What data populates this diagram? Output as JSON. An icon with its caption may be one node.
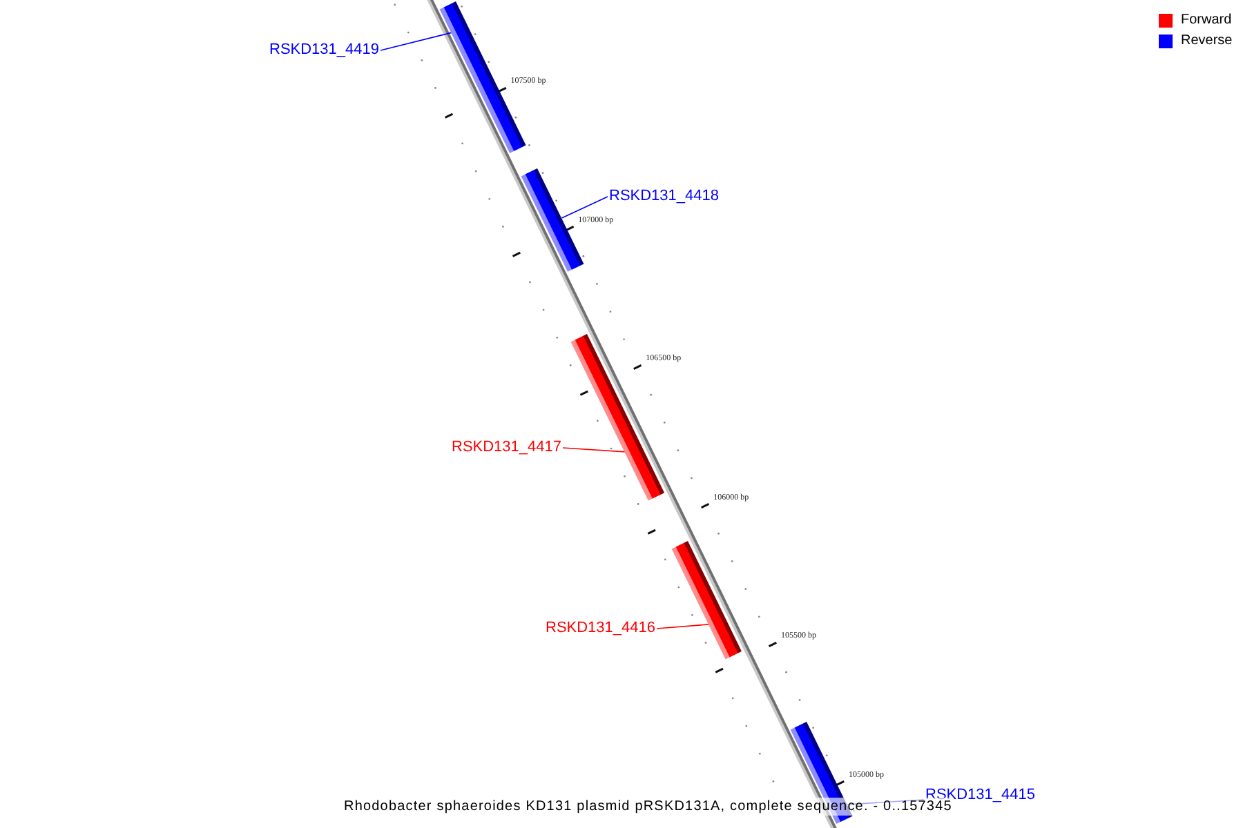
{
  "diagram": {
    "caption": "Rhodobacter sphaeroides KD131 plasmid pRSKD131A, complete sequence. - 0..157345",
    "nodes": [
      {
        "text": [
          "RSKD131_4419"
        ]
      },
      {
        "text": [],
        "shape": "bar"
      },
      {
        "text": [],
        "shape": "bar"
      },
      {
        "text": [
          "RSKD131_4418"
        ]
      },
      {
        "text": [],
        "shape": "bar"
      },
      {
        "text": [
          "RSKD131_4417"
        ]
      },
      {
        "text": [],
        "shape": "bar"
      },
      {
        "text": [
          "RSKD131_4416"
        ]
      },
      {
        "text": [],
        "shape": "bar"
      },
      {
        "text": [
          "RSKD131_4415"
        ]
      }
    ],
    "edges": [
      {
        "from": 0,
        "to": 1,
        "arrow": "none"
      },
      {
        "from": 3,
        "to": 2,
        "arrow": "none"
      },
      {
        "from": 5,
        "to": 4,
        "arrow": "none",
        "color": "#ff0000"
      },
      {
        "from": 7,
        "to": 6,
        "arrow": "none",
        "color": "#ff0000"
      },
      {
        "from": 9,
        "to": 8,
        "arrow": "none"
      }
    ],
    "labels": [
      "107500 bp",
      "107000 bp",
      "106500 bp",
      "106000 bp",
      "105500 bp",
      "105000 bp"
    ],
    "legend": [
      {
        "text": "Forward",
        "color": "#ff0000"
      },
      {
        "text": "Reverse",
        "color": "#0000ff"
      }
    ]
  }
}
